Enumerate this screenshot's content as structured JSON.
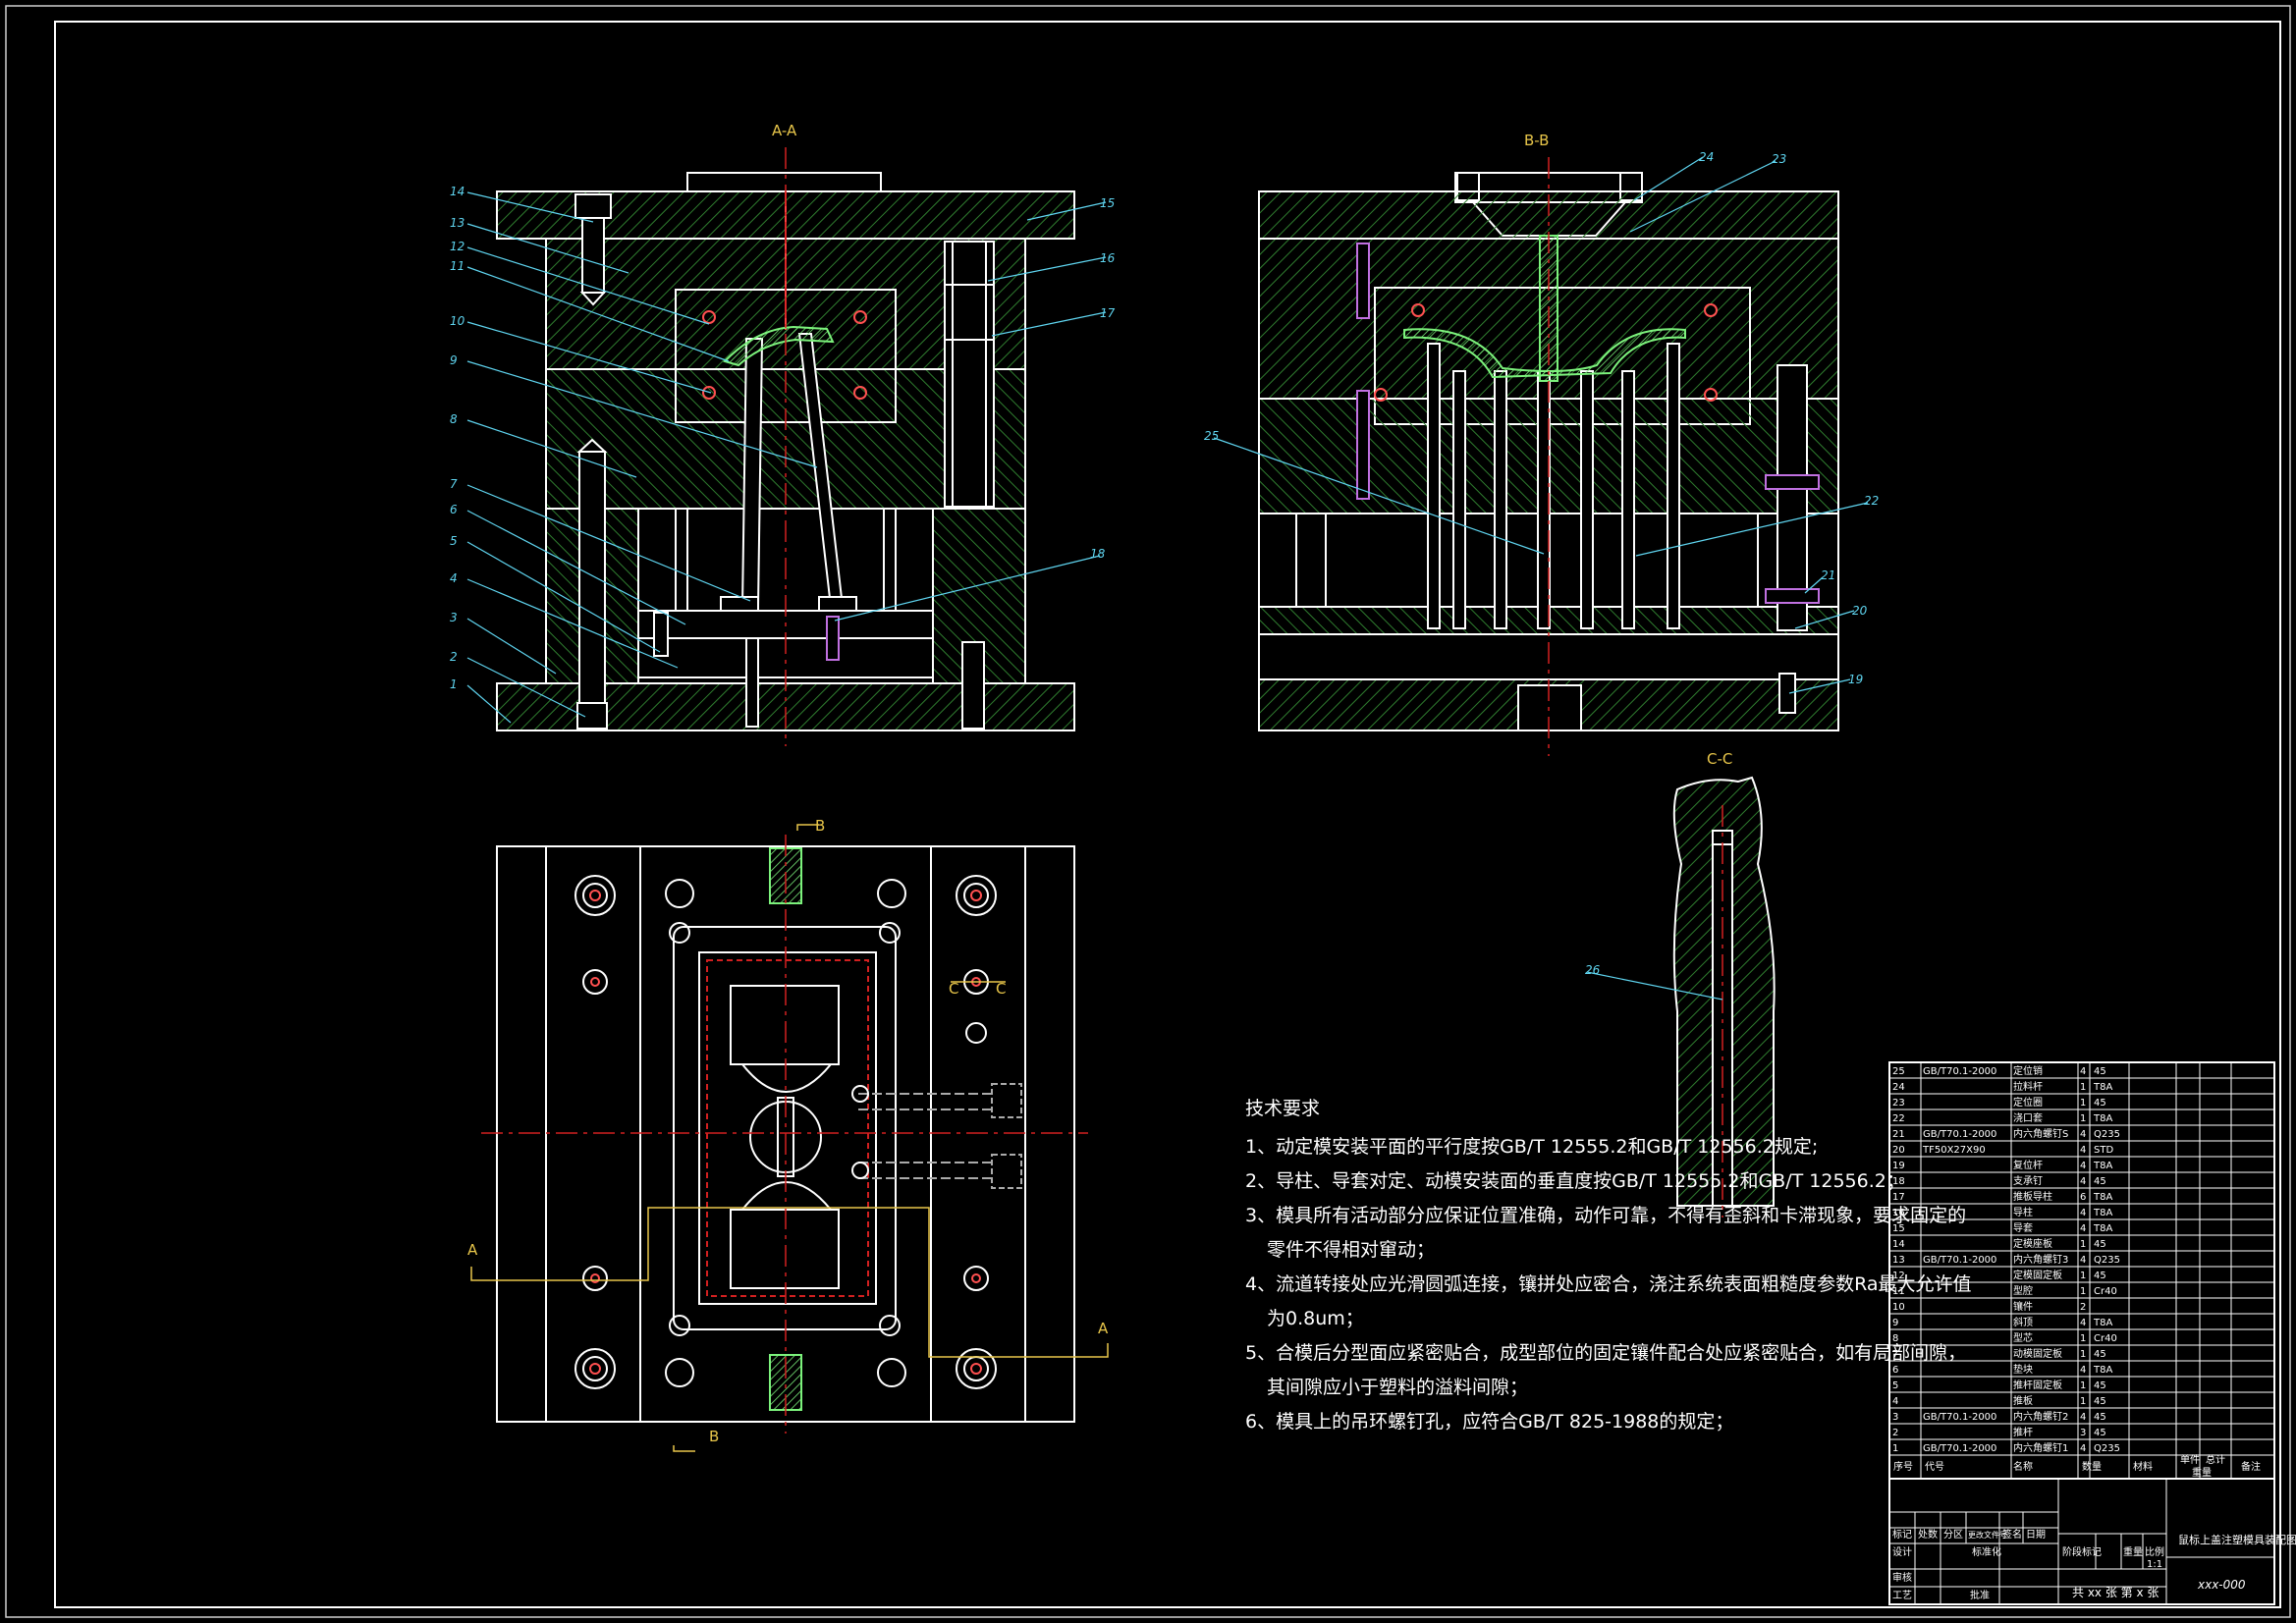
{
  "views": {
    "section_aa": "A-A",
    "section_bb": "B-B",
    "section_cc": "C-C",
    "marker_b_top": "B",
    "marker_b_bottom": "B",
    "marker_a_left": "A",
    "marker_a_right": "A",
    "marker_c_left": "C",
    "marker_c_right": "C"
  },
  "part_numbers_aa": [
    "14",
    "13",
    "12",
    "11",
    "10",
    "9",
    "8",
    "7",
    "6",
    "5",
    "4",
    "3",
    "2",
    "1",
    "15",
    "16",
    "17",
    "18"
  ],
  "part_numbers_bb": [
    "24",
    "23",
    "25",
    "22",
    "21",
    "20",
    "19"
  ],
  "part_numbers_cc": [
    "26"
  ],
  "technical_requirements": {
    "title": "技术要求",
    "items": [
      "1、动定模安装平面的平行度按GB/T 12555.2和GB/T 12556.2规定;",
      "2、导柱、导套对定、动模安装面的垂直度按GB/T 12555.2和GB/T 12556.2；",
      "3、模具所有活动部分应保证位置准确，动作可靠，不得有歪斜和卡滞现象，要求固定的",
      "零件不得相对窜动；",
      "4、流道转接处应光滑圆弧连接，镶拼处应密合，浇注系统表面粗糙度参数Ra最大允许值",
      "为0.8um；",
      "5、合模后分型面应紧密贴合，成型部位的固定镶件配合处应紧密贴合，如有局部间隙，",
      "其间隙应小于塑料的溢料间隙；",
      "6、模具上的吊环螺钉孔，应符合GB/T 825-1988的规定；"
    ]
  },
  "bom": [
    {
      "no": "25",
      "std": "GB/T70.1-2000",
      "name": "定位销",
      "qty": "4",
      "mat": "45",
      "note": ""
    },
    {
      "no": "24",
      "std": "",
      "name": "拉料杆",
      "qty": "1",
      "mat": "T8A",
      "note": ""
    },
    {
      "no": "23",
      "std": "",
      "name": "定位圈",
      "qty": "1",
      "mat": "45",
      "note": ""
    },
    {
      "no": "22",
      "std": "",
      "name": "浇口套",
      "qty": "1",
      "mat": "T8A",
      "note": ""
    },
    {
      "no": "21",
      "std": "GB/T70.1-2000",
      "name": "内六角螺钉S",
      "qty": "4",
      "mat": "Q235",
      "note": ""
    },
    {
      "no": "20",
      "std": "TF50X27X90",
      "name": "",
      "qty": "4",
      "mat": "STD",
      "note": ""
    },
    {
      "no": "19",
      "std": "",
      "name": "复位杆",
      "qty": "4",
      "mat": "T8A",
      "note": ""
    },
    {
      "no": "18",
      "std": "",
      "name": "支承钉",
      "qty": "4",
      "mat": "45",
      "note": ""
    },
    {
      "no": "17",
      "std": "",
      "name": "推板导柱",
      "qty": "6",
      "mat": "T8A",
      "note": ""
    },
    {
      "no": "16",
      "std": "",
      "name": "导柱",
      "qty": "4",
      "mat": "T8A",
      "note": ""
    },
    {
      "no": "15",
      "std": "",
      "name": "导套",
      "qty": "4",
      "mat": "T8A",
      "note": ""
    },
    {
      "no": "14",
      "std": "",
      "name": "定模座板",
      "qty": "1",
      "mat": "45",
      "note": ""
    },
    {
      "no": "13",
      "std": "GB/T70.1-2000",
      "name": "内六角螺钉3",
      "qty": "4",
      "mat": "Q235",
      "note": ""
    },
    {
      "no": "12",
      "std": "",
      "name": "定模固定板",
      "qty": "1",
      "mat": "45",
      "note": ""
    },
    {
      "no": "11",
      "std": "",
      "name": "型腔",
      "qty": "1",
      "mat": "Cr40",
      "note": ""
    },
    {
      "no": "10",
      "std": "",
      "name": "镶件",
      "qty": "2",
      "mat": "",
      "note": ""
    },
    {
      "no": "9",
      "std": "",
      "name": "斜顶",
      "qty": "4",
      "mat": "T8A",
      "note": ""
    },
    {
      "no": "8",
      "std": "",
      "name": "型芯",
      "qty": "1",
      "mat": "Cr40",
      "note": ""
    },
    {
      "no": "7",
      "std": "",
      "name": "动模固定板",
      "qty": "1",
      "mat": "45",
      "note": ""
    },
    {
      "no": "6",
      "std": "",
      "name": "垫块",
      "qty": "4",
      "mat": "T8A",
      "note": ""
    },
    {
      "no": "5",
      "std": "",
      "name": "推杆固定板",
      "qty": "1",
      "mat": "45",
      "note": ""
    },
    {
      "no": "4",
      "std": "",
      "name": "推板",
      "qty": "1",
      "mat": "45",
      "note": ""
    },
    {
      "no": "3",
      "std": "GB/T70.1-2000",
      "name": "内六角螺钉2",
      "qty": "4",
      "mat": "45",
      "note": ""
    },
    {
      "no": "2",
      "std": "",
      "name": "推杆",
      "qty": "3",
      "mat": "45",
      "note": ""
    },
    {
      "no": "1",
      "std": "GB/T70.1-2000",
      "name": "内六角螺钉1",
      "qty": "4",
      "mat": "Q235",
      "note": ""
    }
  ],
  "bom_header": {
    "no": "序号",
    "std": "代号",
    "name": "名称",
    "qty": "数量",
    "mat": "材料",
    "unit_weight": "单件",
    "total_weight": "总计",
    "weight": "重量",
    "note": "备注"
  },
  "title_block": {
    "drawing_name": "鼠标上盖注塑模具装配图",
    "drawing_no": "xxx-000",
    "scale": "1:1",
    "sheets": "共 xx 张  第 x 张",
    "row_labels": [
      "标记",
      "处数",
      "分区",
      "更改文件号",
      "签名",
      "日期"
    ],
    "row2_labels": [
      "设计",
      "标准化",
      "阶段标记",
      "重量",
      "比例"
    ],
    "row3_labels": [
      "审核"
    ],
    "row4_labels": [
      "工艺",
      "批准"
    ]
  },
  "colors": {
    "background": "#000000",
    "outline": "#ffffff",
    "hatch": "#2f7d2f",
    "centerline": "#d22020",
    "leader": "#5fd5f0",
    "section_label": "#e8c64a",
    "plastic_part": "#7cf27c",
    "screw": "#c070e0"
  }
}
